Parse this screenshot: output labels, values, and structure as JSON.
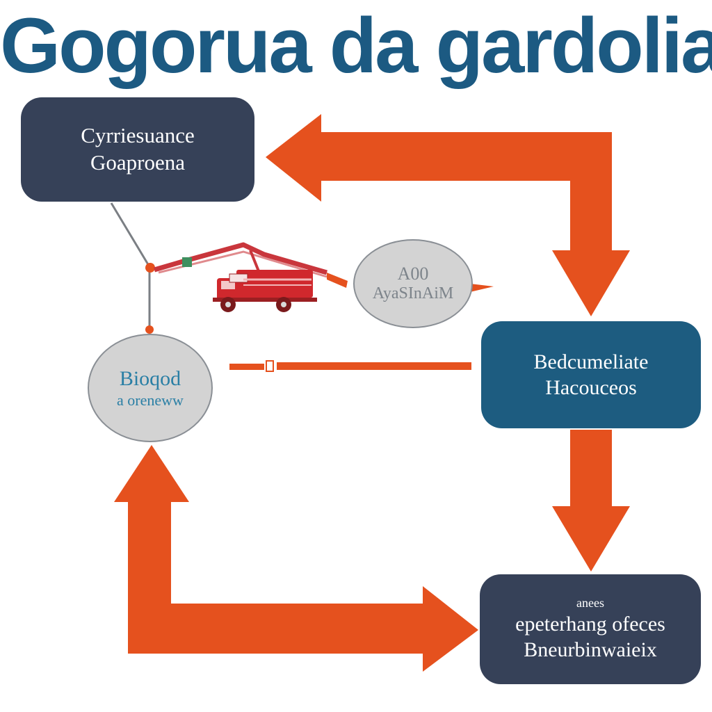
{
  "title": "Gogorua da gardoliai",
  "colors": {
    "title": "#1c5a82",
    "arrow": "#e5511e",
    "dark_box": "#364158",
    "teal_box": "#1d5c80",
    "circle_fill": "#d3d3d3",
    "circle_border": "#8a8f95",
    "circle_text_teal": "#2a7fa5",
    "circle_text_gray": "#7d848b",
    "truck_red": "#d0282d"
  },
  "boxes": {
    "top_left": {
      "line1": "Cyrriesuance",
      "line2": "Goaproena"
    },
    "right": {
      "line1": "Bedcumeliate",
      "line2": "Hacouceos"
    },
    "bottom_right": {
      "line1": "anees",
      "line2": "epeterhang ofeces",
      "line3": "Bneurbinwaieix"
    }
  },
  "circles": {
    "left": {
      "line1": "Bioqod",
      "line2": "a oreneww"
    },
    "top": {
      "line1": "A00",
      "line2": "AyaSInAiM"
    }
  },
  "icons": {
    "truck": "fire-truck-icon",
    "crane": "crane-arm-icon"
  }
}
